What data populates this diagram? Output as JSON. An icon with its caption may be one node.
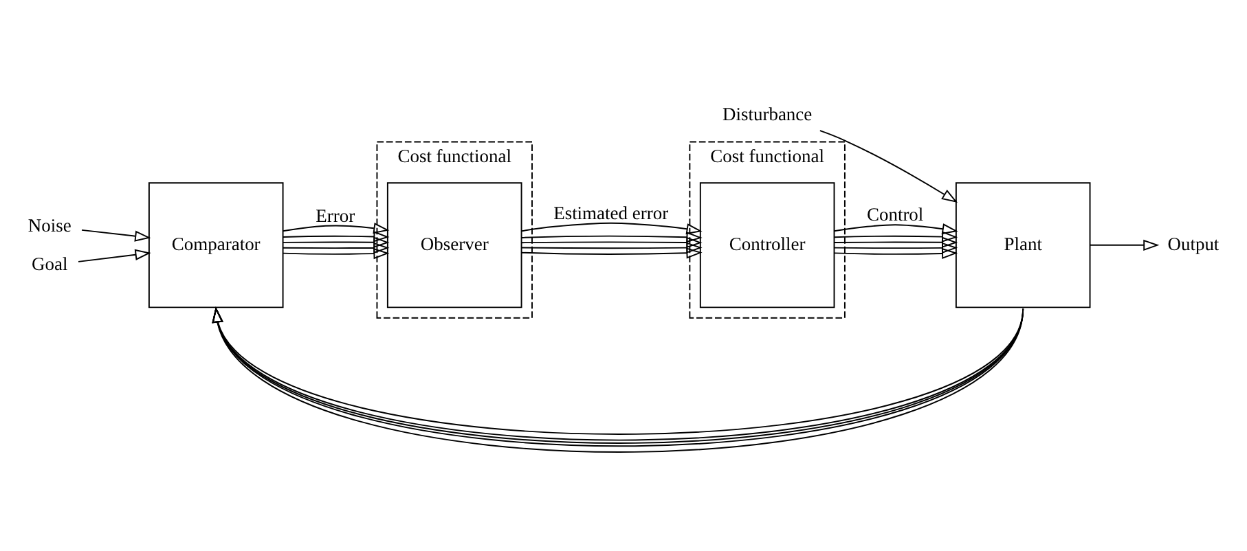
{
  "diagram": {
    "nodes": [
      {
        "text": [
          "Cost functional"
        ]
      },
      {
        "text": [
          "Observer"
        ],
        "in": 0
      },
      {
        "text": [
          "Cost functional"
        ]
      },
      {
        "text": [
          "Controller"
        ],
        "in": 2
      },
      {
        "text": [
          "Noise"
        ]
      },
      {
        "text": [
          "Disturbance"
        ]
      },
      {
        "text": [
          "Goal"
        ]
      },
      {
        "text": [
          "Comparator"
        ]
      },
      {
        "text": [
          "Plant"
        ]
      },
      {
        "text": [
          "Output"
        ]
      }
    ],
    "edges": [
      {
        "from": 6,
        "to": 7,
        "arrow": "to"
      },
      {
        "from": 4,
        "to": 7,
        "arrow": "to"
      },
      {
        "from": 7,
        "to": 1,
        "arrow": "to",
        "label": "Error"
      },
      {
        "from": 7,
        "to": 1,
        "arrow": "to"
      },
      {
        "from": 7,
        "to": 1,
        "arrow": "to"
      },
      {
        "from": 7,
        "to": 1,
        "arrow": "to"
      },
      {
        "from": 7,
        "to": 1,
        "arrow": "to"
      },
      {
        "from": 1,
        "to": 3,
        "arrow": "to",
        "label": "Estimated error"
      },
      {
        "from": 1,
        "to": 3,
        "arrow": "to"
      },
      {
        "from": 1,
        "to": 3,
        "arrow": "to"
      },
      {
        "from": 1,
        "to": 3,
        "arrow": "to"
      },
      {
        "from": 1,
        "to": 3,
        "arrow": "to"
      },
      {
        "from": 3,
        "to": 8,
        "arrow": "to",
        "label": "Control"
      },
      {
        "from": 3,
        "to": 8,
        "arrow": "to"
      },
      {
        "from": 3,
        "to": 8,
        "arrow": "to"
      },
      {
        "from": 3,
        "to": 8,
        "arrow": "to"
      },
      {
        "from": 3,
        "to": 8,
        "arrow": "to"
      },
      {
        "from": 5,
        "to": 8,
        "arrow": "to"
      },
      {
        "from": 8,
        "to": 9,
        "arrow": "to"
      },
      {
        "from": 8,
        "to": 7,
        "arrow": "to"
      },
      {
        "from": 8,
        "to": 7,
        "arrow": "to"
      },
      {
        "from": 8,
        "to": 7,
        "arrow": "to"
      },
      {
        "from": 8,
        "to": 7,
        "arrow": "to"
      },
      {
        "from": 8,
        "to": 7,
        "arrow": "to"
      }
    ]
  }
}
